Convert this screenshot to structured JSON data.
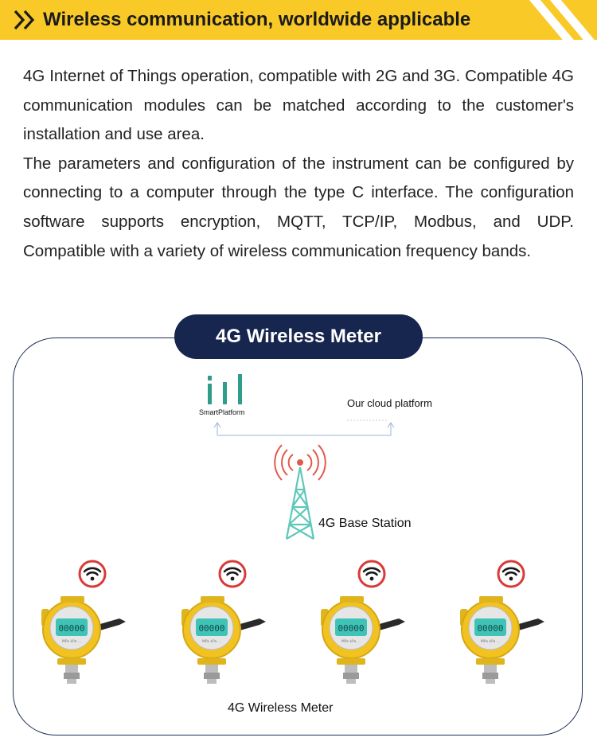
{
  "header": {
    "title": "Wireless communication, worldwide applicable",
    "chevron_icon": "double-chevron-right-icon",
    "color": "#f8c927"
  },
  "intro": {
    "paragraph_1": "4G Internet of Things operation, compatible with 2G and 3G. Compatible 4G communication modules can be matched according to the customer's installation and use area.",
    "paragraph_2": "The parameters and configuration of the instrument can be configured by connecting to a computer through the type C interface. The configuration software supports encryption, MQTT, TCP/IP, Modbus, and UDP. Compatible with a variety of wireless communication frequency bands."
  },
  "diagram": {
    "pill_title": "4G Wireless Meter",
    "smart_platform_label": "SmartPlatform",
    "cloud_label": "Our cloud platform",
    "station_label": "4G Base Station",
    "bottom_label": "4G Wireless Meter",
    "frame_color": "#1e2d55",
    "pill_color": "#16264f",
    "logo_color": "#2e9e8a",
    "meter_color": "#f2c221",
    "lcd_color": "#3fc3b7",
    "meters": [
      {
        "display": "00000",
        "icon": "wifi-icon"
      },
      {
        "display": "00000",
        "icon": "wifi-icon"
      },
      {
        "display": "00000",
        "icon": "wifi-icon"
      },
      {
        "display": "00000",
        "icon": "wifi-icon"
      }
    ]
  }
}
